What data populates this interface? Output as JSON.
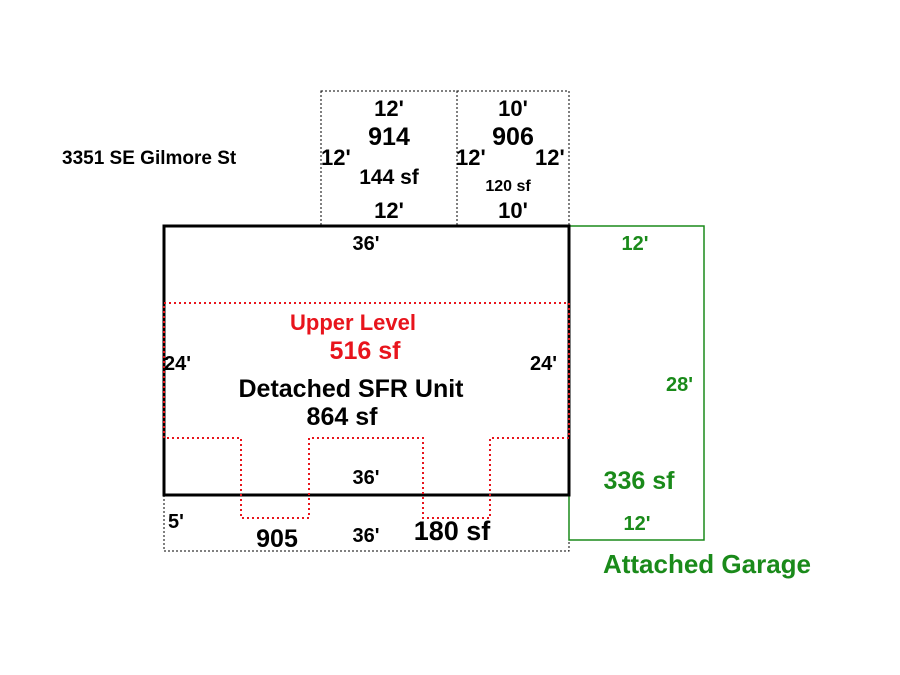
{
  "address": "3351 SE Gilmore St",
  "colors": {
    "upper_level": "#e8141c",
    "garage": "#1a8a1a",
    "main": "#000000"
  },
  "area_914": {
    "code": "914",
    "area": "144 sf",
    "top": "12'",
    "bottom": "12'",
    "left": "12'"
  },
  "area_906": {
    "code": "906",
    "area": "120 sf",
    "top": "10'",
    "bottom": "10'",
    "left": "12'",
    "right": "12'"
  },
  "main_unit": {
    "label": "Detached SFR Unit",
    "area": "864 sf",
    "top": "36'",
    "left": "24'",
    "right": "24'",
    "bottom": "36'"
  },
  "upper_level": {
    "label": "Upper Level",
    "area": "516 sf"
  },
  "area_905": {
    "code": "905",
    "area": "180 sf",
    "side": "5'",
    "bottom": "36'"
  },
  "garage": {
    "label": "Attached Garage",
    "area": "336 sf",
    "top": "12'",
    "right": "28'",
    "bottom": "12'"
  }
}
